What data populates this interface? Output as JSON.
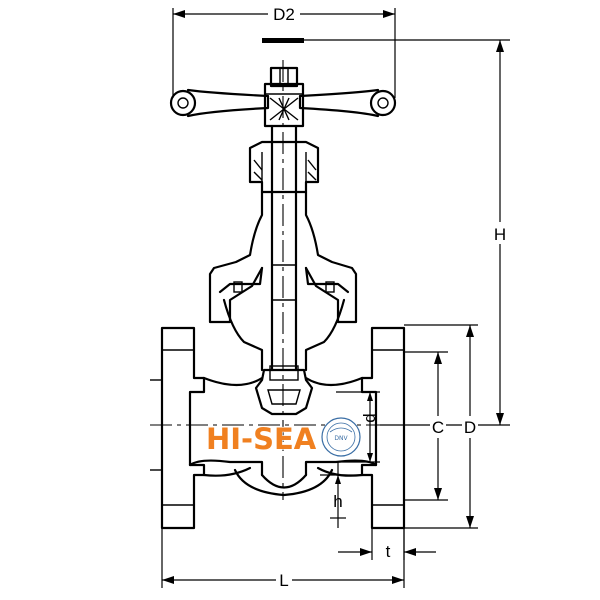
{
  "drawing": {
    "dimension_labels": {
      "d2": "D2",
      "h_total": "H",
      "c": "C",
      "d": "D",
      "d_small": "d",
      "h_small": "h",
      "t": "t",
      "l": "L"
    }
  },
  "watermark": {
    "brand": "HI-SEA",
    "certification": "DNV",
    "brand_color": "#f08020",
    "seal_color": "#3a6ea5"
  },
  "icons": [
    "dnv-seal-icon"
  ]
}
